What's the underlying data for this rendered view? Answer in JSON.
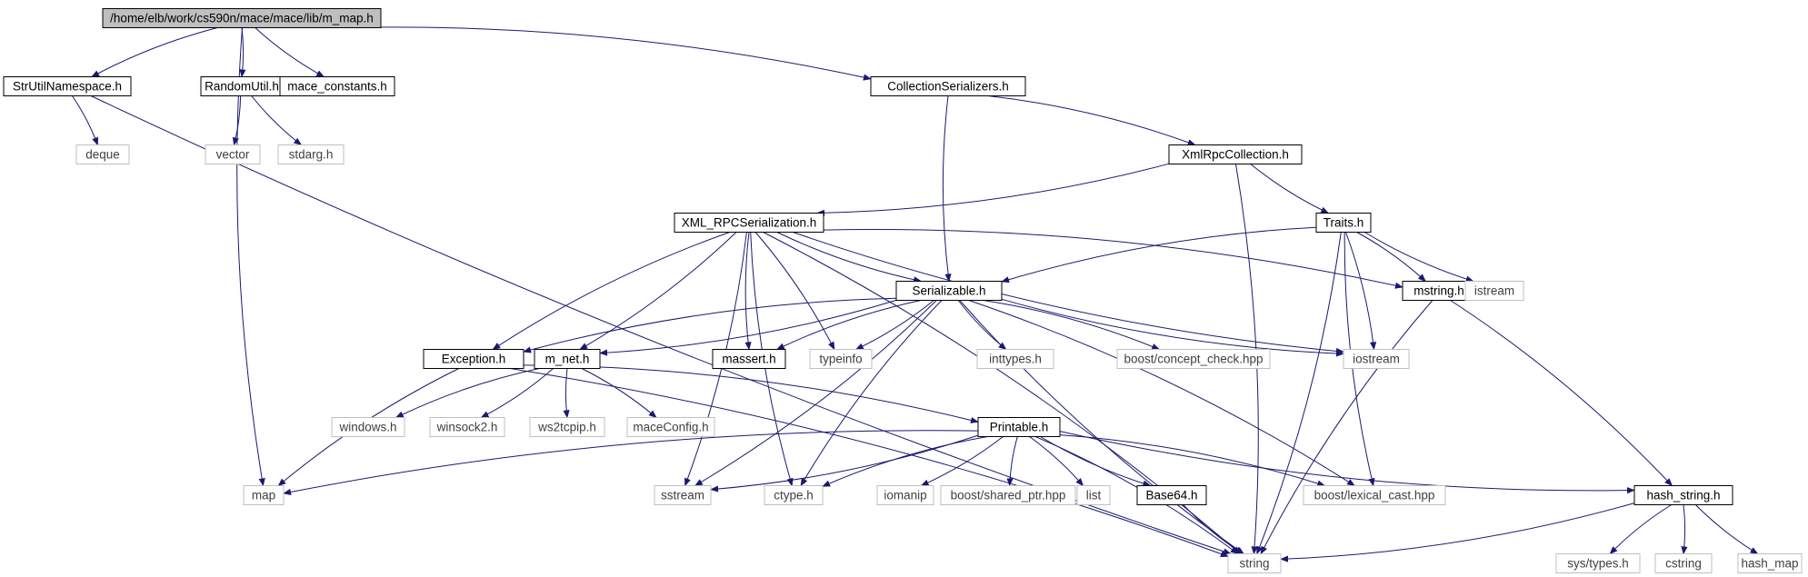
{
  "colors": {
    "edge": "#191970",
    "background": "#ffffff",
    "root_fill": "#bfbfbf",
    "node_border": "#000000",
    "external_border": "#bfbfbf",
    "external_text": "#404040",
    "text": "#000000"
  },
  "nodes": [
    {
      "id": "m_map",
      "label": "/home/elb/work/cs590n/mace/mace/lib/m_map.h",
      "kind": "root"
    },
    {
      "id": "strutil",
      "label": "StrUtilNamespace.h",
      "kind": "internal"
    },
    {
      "id": "randomutil",
      "label": "RandomUtil.h",
      "kind": "internal"
    },
    {
      "id": "mace_constants",
      "label": "mace_constants.h",
      "kind": "internal"
    },
    {
      "id": "collser",
      "label": "CollectionSerializers.h",
      "kind": "internal"
    },
    {
      "id": "deque",
      "label": "deque",
      "kind": "external"
    },
    {
      "id": "vector",
      "label": "vector",
      "kind": "external"
    },
    {
      "id": "stdarg",
      "label": "stdarg.h",
      "kind": "external"
    },
    {
      "id": "xmlrpccoll",
      "label": "XmlRpcCollection.h",
      "kind": "internal"
    },
    {
      "id": "xmlrpcser",
      "label": "XML_RPCSerialization.h",
      "kind": "internal"
    },
    {
      "id": "traits",
      "label": "Traits.h",
      "kind": "internal"
    },
    {
      "id": "serializable",
      "label": "Serializable.h",
      "kind": "internal"
    },
    {
      "id": "mstring",
      "label": "mstring.h",
      "kind": "internal"
    },
    {
      "id": "istream",
      "label": "istream",
      "kind": "external"
    },
    {
      "id": "exception",
      "label": "Exception.h",
      "kind": "internal"
    },
    {
      "id": "m_net",
      "label": "m_net.h",
      "kind": "internal"
    },
    {
      "id": "massert",
      "label": "massert.h",
      "kind": "internal"
    },
    {
      "id": "typeinfo",
      "label": "typeinfo",
      "kind": "external"
    },
    {
      "id": "inttypes",
      "label": "inttypes.h",
      "kind": "external"
    },
    {
      "id": "conceptcheck",
      "label": "boost/concept_check.hpp",
      "kind": "external"
    },
    {
      "id": "iostream",
      "label": "iostream",
      "kind": "external"
    },
    {
      "id": "windows",
      "label": "windows.h",
      "kind": "external"
    },
    {
      "id": "winsock2",
      "label": "winsock2.h",
      "kind": "external"
    },
    {
      "id": "ws2tcpip",
      "label": "ws2tcpip.h",
      "kind": "external"
    },
    {
      "id": "maceconfig",
      "label": "maceConfig.h",
      "kind": "external"
    },
    {
      "id": "printable",
      "label": "Printable.h",
      "kind": "internal"
    },
    {
      "id": "map",
      "label": "map",
      "kind": "external"
    },
    {
      "id": "sstream",
      "label": "sstream",
      "kind": "external"
    },
    {
      "id": "ctype",
      "label": "ctype.h",
      "kind": "external"
    },
    {
      "id": "iomanip",
      "label": "iomanip",
      "kind": "external"
    },
    {
      "id": "sharedptr",
      "label": "boost/shared_ptr.hpp",
      "kind": "external"
    },
    {
      "id": "list",
      "label": "list",
      "kind": "external"
    },
    {
      "id": "base64",
      "label": "Base64.h",
      "kind": "internal"
    },
    {
      "id": "lexicalcast",
      "label": "boost/lexical_cast.hpp",
      "kind": "external"
    },
    {
      "id": "hashstring",
      "label": "hash_string.h",
      "kind": "internal"
    },
    {
      "id": "string",
      "label": "string",
      "kind": "external"
    },
    {
      "id": "systypes",
      "label": "sys/types.h",
      "kind": "external"
    },
    {
      "id": "cstring",
      "label": "cstring",
      "kind": "external"
    },
    {
      "id": "hashmap",
      "label": "hash_map",
      "kind": "external"
    }
  ],
  "edges": [
    [
      "m_map",
      "strutil"
    ],
    [
      "m_map",
      "randomutil"
    ],
    [
      "m_map",
      "mace_constants"
    ],
    [
      "m_map",
      "collser"
    ],
    [
      "m_map",
      "map"
    ],
    [
      "strutil",
      "deque"
    ],
    [
      "strutil",
      "string"
    ],
    [
      "randomutil",
      "vector"
    ],
    [
      "randomutil",
      "stdarg"
    ],
    [
      "collser",
      "xmlrpccoll"
    ],
    [
      "collser",
      "serializable"
    ],
    [
      "xmlrpccoll",
      "xmlrpcser"
    ],
    [
      "xmlrpccoll",
      "traits"
    ],
    [
      "xmlrpccoll",
      "string"
    ],
    [
      "xmlrpcser",
      "serializable"
    ],
    [
      "xmlrpcser",
      "mstring"
    ],
    [
      "xmlrpcser",
      "exception"
    ],
    [
      "xmlrpcser",
      "m_net"
    ],
    [
      "xmlrpcser",
      "massert"
    ],
    [
      "xmlrpcser",
      "typeinfo"
    ],
    [
      "xmlrpcser",
      "iostream"
    ],
    [
      "xmlrpcser",
      "sstream"
    ],
    [
      "xmlrpcser",
      "ctype"
    ],
    [
      "xmlrpcser",
      "string"
    ],
    [
      "traits",
      "serializable"
    ],
    [
      "traits",
      "mstring"
    ],
    [
      "traits",
      "istream"
    ],
    [
      "traits",
      "iostream"
    ],
    [
      "traits",
      "lexicalcast"
    ],
    [
      "traits",
      "string"
    ],
    [
      "serializable",
      "exception"
    ],
    [
      "serializable",
      "m_net"
    ],
    [
      "serializable",
      "massert"
    ],
    [
      "serializable",
      "typeinfo"
    ],
    [
      "serializable",
      "inttypes"
    ],
    [
      "serializable",
      "conceptcheck"
    ],
    [
      "serializable",
      "iostream"
    ],
    [
      "serializable",
      "sstream"
    ],
    [
      "serializable",
      "ctype"
    ],
    [
      "serializable",
      "lexicalcast"
    ],
    [
      "serializable",
      "string"
    ],
    [
      "mstring",
      "hashstring"
    ],
    [
      "mstring",
      "string"
    ],
    [
      "exception",
      "printable"
    ],
    [
      "exception",
      "map"
    ],
    [
      "exception",
      "string"
    ],
    [
      "m_net",
      "windows"
    ],
    [
      "m_net",
      "winsock2"
    ],
    [
      "m_net",
      "ws2tcpip"
    ],
    [
      "m_net",
      "maceconfig"
    ],
    [
      "printable",
      "map"
    ],
    [
      "printable",
      "sstream"
    ],
    [
      "printable",
      "ctype"
    ],
    [
      "printable",
      "iomanip"
    ],
    [
      "printable",
      "sharedptr"
    ],
    [
      "printable",
      "list"
    ],
    [
      "printable",
      "base64"
    ],
    [
      "printable",
      "lexicalcast"
    ],
    [
      "printable",
      "hashstring"
    ],
    [
      "printable",
      "string"
    ],
    [
      "base64",
      "string"
    ],
    [
      "hashstring",
      "string"
    ],
    [
      "hashstring",
      "systypes"
    ],
    [
      "hashstring",
      "cstring"
    ],
    [
      "hashstring",
      "hashmap"
    ]
  ]
}
